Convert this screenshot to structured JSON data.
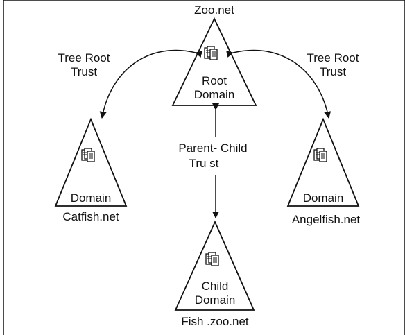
{
  "root": {
    "name": "Zoo.net",
    "line1": "Root",
    "line2": "Domain"
  },
  "catfish": {
    "name": "Catfish.net",
    "label": "Domain"
  },
  "angelfish": {
    "name": "Angelfish.net",
    "label": "Domain"
  },
  "fish": {
    "name": "Fish .zoo.net",
    "line1": "Child",
    "line2": "Domain"
  },
  "trusts": {
    "left_line1": "Tree Root",
    "left_line2": "Trust",
    "right_line1": "Tree Root",
    "right_line2": "Trust",
    "center_line1": "Parent- Child",
    "center_line2": "Tru st"
  },
  "icons": {
    "server": "server-cluster-icon"
  }
}
